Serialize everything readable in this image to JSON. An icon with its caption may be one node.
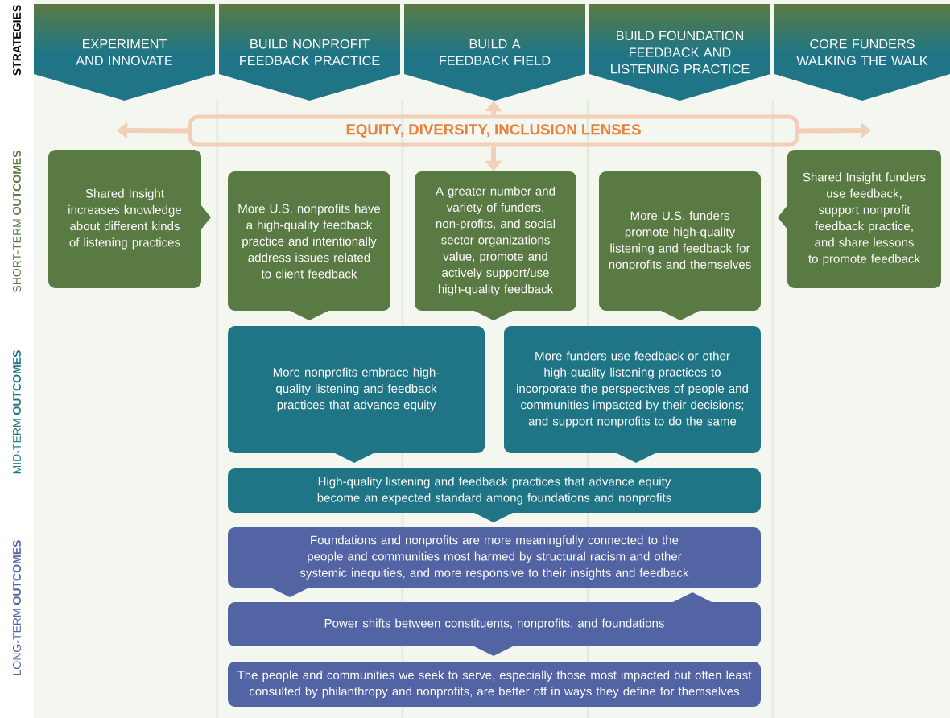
{
  "diagram": {
    "nodes": [
      {
        "text": [
          "EXPERIMENT AND INNOVATE"
        ]
      },
      {
        "text": [
          "BUILD NONPROFIT FEEDBACK PRACTICE"
        ]
      },
      {
        "text": [
          "BUILD A FEEDBACK FIELD"
        ]
      },
      {
        "text": [
          "BUILD FOUNDATION FEEDBACK AND LISTENING PRACTICE"
        ]
      },
      {
        "text": [
          "CORE FUNDERS WALKING THE WALK"
        ]
      },
      {
        "text": [
          "EQUITY, DIVERSITY, INCLUSION LENSES"
        ]
      },
      {
        "text": [
          "Shared Insight increases knowledge about different kinds of listening practices"
        ]
      },
      {
        "text": [
          "More U.S. nonprofits have a high-quality feedback practice and intentionally address issues related to client feedback"
        ]
      },
      {
        "text": [
          "A greater number and variety of funders, non-profits, and social sector organizations value, promote and actively support/use high-quality feedback"
        ]
      },
      {
        "text": [
          "More U.S. funders promote high-quality listening and feedback for nonprofits and themselves"
        ]
      },
      {
        "text": [
          "Shared Insight funders use feedback, support nonprofit feedback practice, and share lessons to promote feedback"
        ]
      },
      {
        "text": [
          "More nonprofits embrace high-quality listening and feedback practices that advance equity"
        ]
      },
      {
        "text": [
          "More funders use feedback or other high-quality listening practices to incorporate the perspectives of people and communities impacted by their decisions; and support nonprofits to do the same"
        ]
      },
      {
        "text": [
          "High-quality listening and feedback practices that advance equity become an expected standard among foundations and nonprofits"
        ]
      },
      {
        "text": [
          "Foundations and nonprofits are more meaningfully connected to the people and communities most harmed by structural racism and other systemic inequities, and more responsive to their insights and feedback"
        ]
      },
      {
        "text": [
          "Power shifts between constituents, nonprofits, and foundations"
        ]
      },
      {
        "text": [
          "The people and communities we seek to serve, especially those most impacted but often least consulted by philanthropy and nonprofits, are better off in ways they define for themselves"
        ]
      }
    ],
    "edges": [
      {
        "from": 5,
        "to": null,
        "arrow": "to"
      },
      {
        "from": 5,
        "to": null,
        "arrow": "to"
      },
      {
        "from": 5,
        "to": 2,
        "arrow": "to"
      },
      {
        "from": 5,
        "to": 8,
        "arrow": "to"
      }
    ],
    "labels": [
      "STRATEGIES",
      "SHORT-TERM **OUTCOMES**",
      "MID-TERM **OUTCOMES**",
      "LONG-TERM **OUTCOMES**"
    ]
  }
}
